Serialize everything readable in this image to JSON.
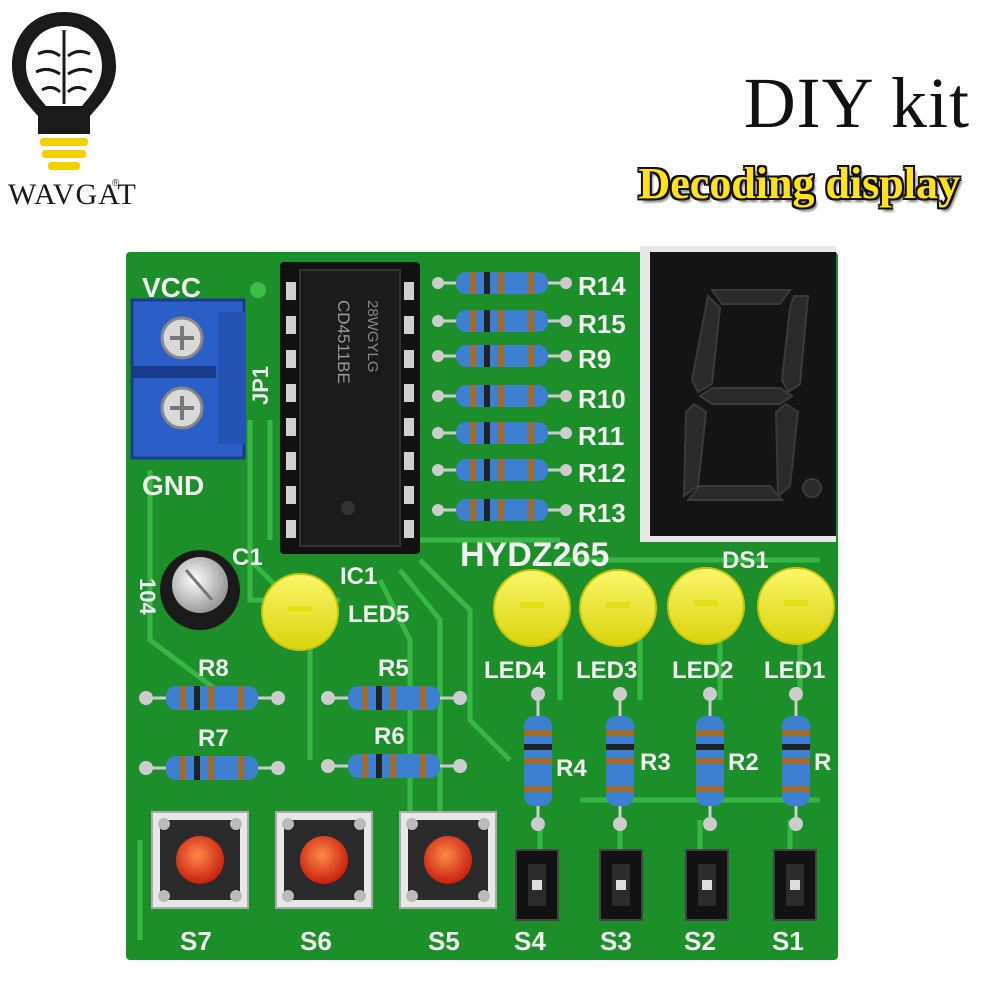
{
  "brand": {
    "name": "WAVGAT",
    "reg": "®"
  },
  "title": "DIY kit",
  "subtitle": "Decoding display",
  "board": {
    "model": "HYDZ265",
    "ic_marking_1": "28WGYLG",
    "ic_marking_2": "CD4511BE",
    "labels": {
      "vcc": "VCC",
      "gnd": "GND",
      "jp1": "JP1",
      "c1": "C1",
      "cap_value": "104",
      "ic1": "IC1",
      "ds1": "DS1",
      "led5": "LED5",
      "led4": "LED4",
      "led3": "LED3",
      "led2": "LED2",
      "led1": "LED1",
      "r14": "R14",
      "r15": "R15",
      "r9": "R9",
      "r10": "R10",
      "r11": "R11",
      "r12": "R12",
      "r13": "R13",
      "r8": "R8",
      "r7": "R7",
      "r5": "R5",
      "r6": "R6",
      "r4": "R4",
      "r3": "R3",
      "r2": "R2",
      "r1": "R",
      "s7": "S7",
      "s6": "S6",
      "s5": "S5",
      "s4": "S4",
      "s3": "S3",
      "s2": "S2",
      "s1": "S1"
    }
  },
  "colors": {
    "pcb": "#1c8f2a",
    "trace": "#39b545",
    "resistor": "#3d7fd0",
    "led": "#f4ef1c",
    "button_cap": "#e03318",
    "terminal": "#2b5fc7"
  }
}
